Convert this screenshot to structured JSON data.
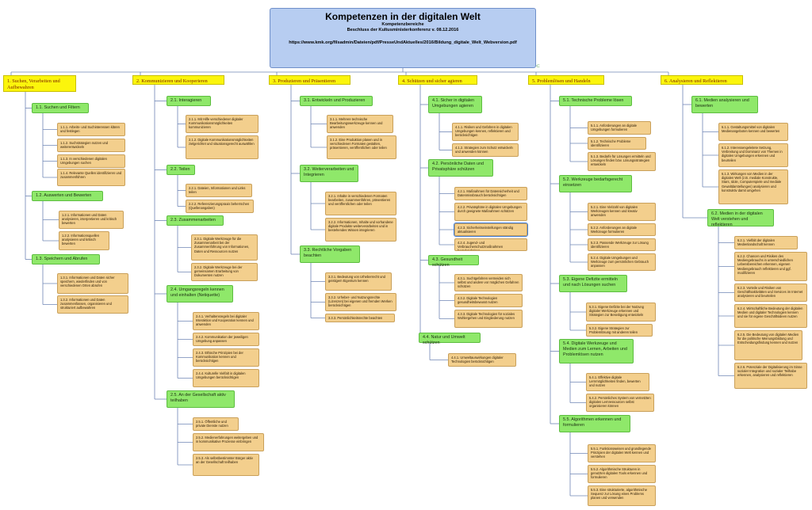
{
  "root": {
    "title": "Kompetenzen in der digitalen Welt",
    "subtitle": "Kompetenzbereiche",
    "decision": "Beschluss der Kultusministerkonferenz v. 08.12.2016",
    "url": "https://www.kmk.org/filsadmin/Dateien/pdf/PresseUndAktuelles/2016/Bildung_digitale_Welt_Webversion.pdf"
  },
  "categories": [
    {
      "label": "1. Suchen, Verarbeiten und Aufbewahren",
      "subs": [
        {
          "label": "1.1. Suchen und Filtern",
          "leaves": [
            "1.1.1. Arbeits- und Suchinteressen klären und festlegen",
            "1.1.2. Suchstrategien nutzen und weiterentwickeln",
            "1.1.3. In verschiedenen digitalen Umgebungen suchen",
            "1.1.4. Relevante Quellen identifizieren und zusammenführen"
          ]
        },
        {
          "label": "1.2. Auswerten und Bewerten",
          "leaves": [
            "1.2.1. Informationen und Daten analysieren, interpretieren und kritisch bewerten",
            "1.2.2. Informationsquellen analysieren und kritisch bewerten"
          ]
        },
        {
          "label": "1.3. Speichern und Abrufen",
          "leaves": [
            "1.3.1. Informationen und Daten sicher speichern, wiederfinden und von verschiedenen Orten abrufen",
            "1.3.2. Informationen und Daten zusammenfassen, organisieren und strukturiert aufbewahren"
          ]
        }
      ]
    },
    {
      "label": "2. Kommunizieren und Kooperieren",
      "subs": [
        {
          "label": "2.1. Interagieren",
          "leaves": [
            "2.1.1. Mit Hilfe verschiedener digitaler Kommunikationsmöglichkeiten kommunizieren",
            "2.1.2. Digitale Kommunikationsmöglichkeiten zielgerichtet und situationsgerecht auswählen"
          ]
        },
        {
          "label": "2.2. Teilen",
          "leaves": [
            "2.2.1. Dateien, Informationen und Links teilen",
            "2.2.2. Referenzierungspraxis beherrschen (Quellenangaben)"
          ]
        },
        {
          "label": "2.3. Zusammenarbeiten",
          "leaves": [
            "2.3.1. Digitale Werkzeuge für die Zusammenarbeit bei der Zusammenführung von Informationen, Daten und Ressourcen nutzen",
            "2.3.2. Digitale Werkzeuge bei der gemeinsamen Erarbeitung von Dokumenten nutzen"
          ]
        },
        {
          "label": "2.4. Umgangsregeln kennen und einhalten (Netiquette)",
          "leaves": [
            "2.4.1. Verhaltensregeln bei digitaler Interaktion und Kooperation kennen und anwenden",
            "2.4.2. Kommunikation der jeweiligen Umgebung anpassen",
            "2.4.3. Ethische Prinzipien bei der Kommunikation kennen und berücksichtigen",
            "2.4.4. Kulturelle Vielfalt in digitalen Umgebungen berücksichtigen"
          ]
        },
        {
          "label": "2.5. An der Gesellschaft aktiv teilhaben",
          "leaves": [
            "2.5.1. Öffentliche und private Dienste nutzen",
            "2.5.2. Medienerfahrungen weitergeben und in kommunikative Prozesse einbringen",
            "2.5.3. Als selbstbestimmter Bürger aktiv an der Gesellschaft teilhaben"
          ]
        }
      ]
    },
    {
      "label": "3. Produzieren und Präsentieren",
      "subs": [
        {
          "label": "3.1. Entwickeln und Produzieren",
          "leaves": [
            "3.1.1. Mehrere technische Bearbeitungswerkzeuge kennen und anwenden",
            "3.1.2. Eine Produktion planen und in verschiedenen Formaten gestalten, präsentieren, veröffentlichen oder teilen"
          ]
        },
        {
          "label": "3.2. Weiterverarbeiten und Integrieren",
          "leaves": [
            "3.2.1. Inhalte in verschiedenen Formaten bearbeiten, zusammenführen, präsentieren und veröffentlichen oder teilen",
            "3.2.2. Informationen, Inhalte und vorhandene digitale Produkte weiterverarbeiten und in bestehendes Wissen integrieren"
          ]
        },
        {
          "label": "3.3. Rechtliche Vorgaben beachten",
          "leaves": [
            "3.3.1. Bedeutung von Urheberrecht und geistigem Eigentum kennen",
            "3.3.2. Urheber- und Nutzungsrechte (Lizenzen) bei eigenen und fremden Werken berücksichtigen",
            "3.3.3. Persönlichkeitsrechte beachten"
          ]
        }
      ]
    },
    {
      "label": "4. Schützen und sicher agieren",
      "subs": [
        {
          "label": "4.1. Sicher in digitalen Umgebungen agieren",
          "leaves": [
            "4.1.1. Risiken und Gefahren in digitalen Umgebungen kennen, reflektieren und berücksichtigen",
            "4.1.2. Strategien zum Schutz entwickeln und anwenden können"
          ]
        },
        {
          "label": "4.2. Persönliche Daten und Privatsphäre schützen",
          "leaves": [
            "4.2.1. Maßnahmen für Datensicherheit und Datenmissbrauch berücksichtigen",
            "4.2.2. Privatsphäre in digitalen Umgebungen durch geeignete Maßnahmen schützen",
            "4.2.3. Sicherheitseinstellungen ständig aktualisieren",
            "4.2.4. Jugend- und Verbraucherschutzmaßnahmen berücksichtigen"
          ]
        },
        {
          "label": "4.3. Gesundheit schützen",
          "leaves": [
            "4.3.1. Suchtgefahren vermeiden sich selbst und andere vor möglichen Gefahren schützen",
            "4.3.2. Digitale Technologien gesundheitsbewusst nutzen",
            "4.3.3. Digitale Technologien für soziales Wohlergehen und Eingliederung nutzen"
          ]
        },
        {
          "label": "4.4. Natur und Umwelt schützen",
          "leaves": [
            "4.4.1. Umweltauswirkungen digitaler Technologien berücksichtigen"
          ]
        }
      ]
    },
    {
      "label": "5. Problemlösen und Handeln",
      "subs": [
        {
          "label": "5.1. Technische Probleme lösen",
          "leaves": [
            "5.1.1. Anforderungen an digitale Umgebungen formulieren",
            "5.1.2. Technische Probleme identifizieren",
            "5.1.3. Bedarfe für Lösungen ermitteln und Lösungen finden bzw. Lösungsstrategien entwickeln"
          ]
        },
        {
          "label": "5.2. Werkzeuge bedarfsgerecht einsetzen",
          "leaves": [
            "5.2.1. Eine Vielzahl von digitalen Werkzeugen kennen und kreativ anwenden",
            "5.2.2. Anforderungen an digitale Werkzeuge formulieren",
            "5.2.3. Passende Werkzeuge zur Lösung identifizieren",
            "5.2.4. Digitale Umgebungen und Werkzeuge zum persönlichen Gebrauch anpassen"
          ]
        },
        {
          "label": "5.3. Eigene Defizite ermitteln und nach Lösungen suchen",
          "leaves": [
            "5.3.1. Eigene Defizite bei der Nutzung digitaler Werkzeuge erkennen und Strategien zur Beseitigung entwickeln",
            "5.3.2. Eigene Strategien zur Problemlösung mit anderen teilen"
          ]
        },
        {
          "label": "5.4. Digitale Werkzeuge und Medien zum Lernen, Arbeiten und Problemlösen nutzen",
          "leaves": [
            "5.4.1. Effektive digitale Lernmöglichkeiten finden, bewerten und nutzen",
            "5.4.2. Persönliches System von vernetzten digitalen Lernressourcen selbst organisieren können"
          ]
        },
        {
          "label": "5.5. Algorithmen erkennen und formulieren",
          "leaves": [
            "5.5.1. Funktionsweisen und grundlegende Prinzipien der digitalen Welt kennen und verstehen",
            "5.5.2. Algorithmische Strukturen in genutzten digitalen Tools erkennen und formulieren",
            "5.5.3. Eine strukturierte, algorithmische Sequenz zur Lösung eines Problems planen und verwenden"
          ]
        }
      ]
    },
    {
      "label": "6. Analysieren und Reflektieren",
      "subs": [
        {
          "label": "6.1. Medien analysieren und bewerten",
          "leaves": [
            "6.1.1. Gestaltungsmittel von digitalen Medienangeboten kennen und bewerten",
            "6.1.2. Interessengeleitete Setzung, Verbreitung und Dominanz von Themen in digitalen Umgebungen erkennen und beurteilen",
            "6.1.3. Wirkungen von Medien in der digitalen Welt (z.B. mediale Konstrukte, Stars, Idole, Computerspiele und mediale Gewaltdarstellungen) analysieren und konstruktiv damit umgehen"
          ]
        },
        {
          "label": "6.2. Medien in der digitalen Welt verstehen und reflektieren",
          "leaves": [
            "6.2.1. Vielfalt der digitalen Medienlandschaft kennen",
            "6.2.2. Chancen und Risiken des Mediengebrauchs in unterschiedlichen Lebensbereichen erkennen, eigenen Mediengebrauch reflektieren und ggf. modifizieren",
            "6.2.3. Vorteile und Risiken von Geschäftsaktivitäten und Services im Internet analysieren und beurteilen",
            "6.2.4. Wirtschaftliche Bedeutung der digitalen Medien und digitaler Technologien kennen und sie für eigene Geschäftsideen nutzen",
            "6.2.5. Die Bedeutung von digitalen Medien für die politische Meinungsbildung und Entscheidungsfindung kennen und nutzen",
            "6.2.6. Potenziale der Digitalisierung im Sinne sozialer Integration und sozialer Teilhabe erkennen, analysieren und reflektieren"
          ]
        }
      ]
    }
  ],
  "colors": {
    "root_fill": "#b7cdf1",
    "category_fill": "#fbf50c",
    "category_text": "#7a1c00",
    "sub_fill": "#8fe86a",
    "leaf_fill": "#f3cf8d",
    "connector": "#6f86b5"
  }
}
